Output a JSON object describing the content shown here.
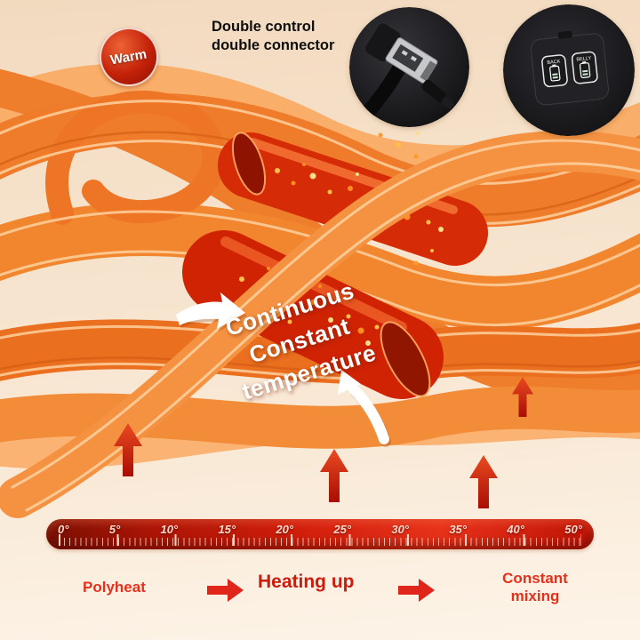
{
  "badge": {
    "label": "Warm"
  },
  "header": {
    "line1": "Double control",
    "line2": "double connector"
  },
  "photos": {
    "controller": {
      "buttons": [
        {
          "label": "BACK"
        },
        {
          "label": "BELLY"
        }
      ]
    }
  },
  "tube_label": {
    "line1": "Continuous",
    "line2": "Constant",
    "line3": "temperature"
  },
  "scale": {
    "labels": [
      "0°",
      "5°",
      "10°",
      "15°",
      "20°",
      "25°",
      "30°",
      "35°",
      "40°",
      "50°"
    ]
  },
  "process": {
    "step1": "Polyheat",
    "step2": "Heating up",
    "step3_line1": "Constant",
    "step3_line2": "mixing"
  },
  "colors": {
    "background": "#f6e2cb",
    "accent_red": "#d2220c",
    "fiber_orange": "#ef7c2a",
    "scale_red": "#c4170a"
  }
}
